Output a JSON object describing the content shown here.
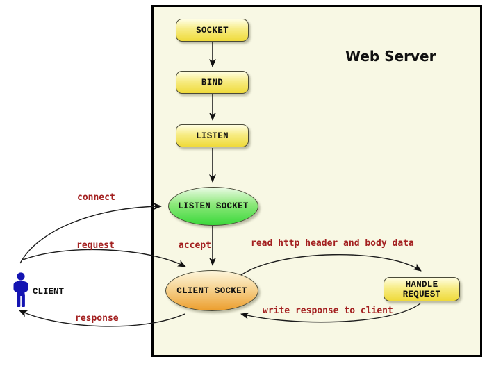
{
  "diagram": {
    "title": "Web Server",
    "nodes": {
      "socket": {
        "label": "SOCKET",
        "shape": "rounded-rect",
        "color": "yellow"
      },
      "bind": {
        "label": "BIND",
        "shape": "rounded-rect",
        "color": "yellow"
      },
      "listen": {
        "label": "LISTEN",
        "shape": "rounded-rect",
        "color": "yellow"
      },
      "listen_socket": {
        "label": "LISTEN SOCKET",
        "shape": "ellipse",
        "color": "green"
      },
      "client_socket": {
        "label": "CLIENT SOCKET",
        "shape": "ellipse",
        "color": "orange"
      },
      "handle_request": {
        "label": "HANDLE REQUEST",
        "shape": "rounded-rect",
        "color": "yellow"
      }
    },
    "actor": {
      "label": "CLIENT"
    },
    "edges": {
      "socket_to_bind": {
        "from": "socket",
        "to": "bind"
      },
      "bind_to_listen": {
        "from": "bind",
        "to": "listen"
      },
      "listen_to_listen_socket": {
        "from": "listen",
        "to": "listen_socket"
      },
      "accept": {
        "label": "accept",
        "from": "listen_socket",
        "to": "client_socket"
      },
      "connect": {
        "label": "connect",
        "from": "client",
        "to": "listen_socket"
      },
      "request": {
        "label": "request",
        "from": "client",
        "to": "client_socket"
      },
      "response": {
        "label": "response",
        "from": "client_socket",
        "to": "client"
      },
      "read": {
        "label": "read http header and body data",
        "from": "client_socket",
        "to": "handle_request"
      },
      "write": {
        "label": "write response to client",
        "from": "handle_request",
        "to": "client_socket"
      }
    },
    "colors": {
      "server_bg": "#F8F8E4",
      "server_border": "#000000",
      "node_yellow_top": "#FFFEE3",
      "node_yellow_bottom": "#EFDA3A",
      "ellipse_green_top": "#ECFBE6",
      "ellipse_green_bottom": "#3BD83B",
      "ellipse_orange_top": "#FDF6DC",
      "ellipse_orange_bottom": "#EC9E2D",
      "edge_label_color": "#A32020",
      "arrow_color": "#111111",
      "actor_color": "#1414B2"
    }
  }
}
